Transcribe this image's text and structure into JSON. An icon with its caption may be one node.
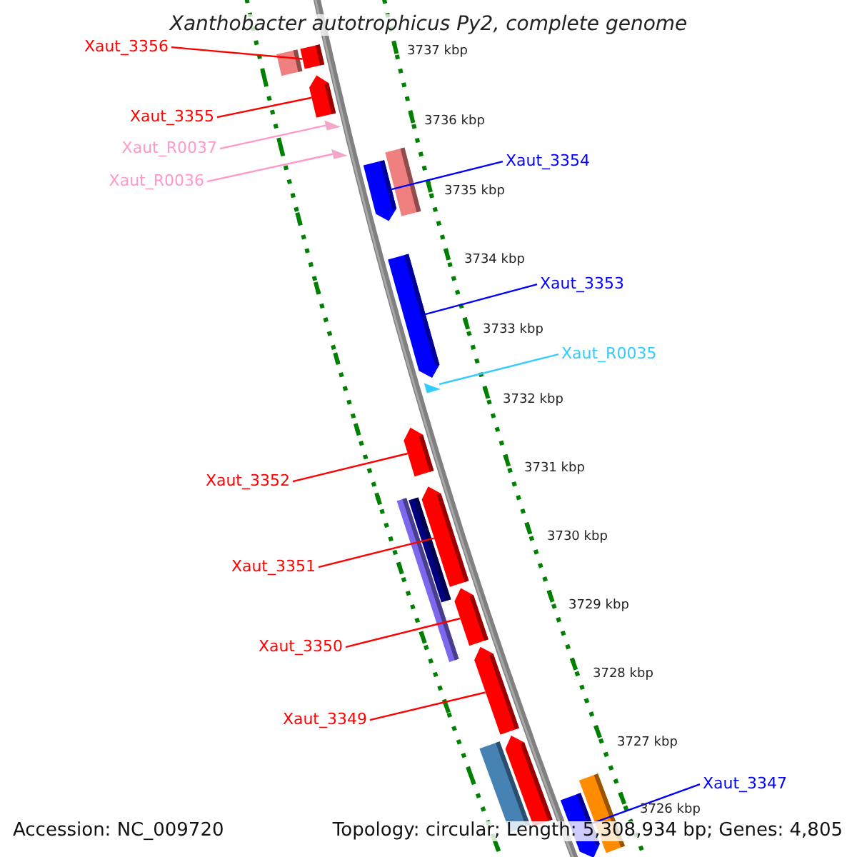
{
  "diagram": {
    "title": "Xanthobacter autotrophicus Py2, complete genome",
    "nodes": [
      {
        "text": [
          "Xaut_3356"
        ]
      },
      {
        "text": [
          "Xaut_3355"
        ]
      },
      {
        "text": [
          "Xaut_R0037"
        ]
      },
      {
        "text": [
          "Xaut_3354"
        ]
      },
      {
        "text": [
          "Xaut_R0036"
        ]
      },
      {
        "text": [
          "Xaut_3353"
        ]
      },
      {
        "text": [
          "Xaut_R0035"
        ]
      },
      {
        "text": [
          "Xaut_3352"
        ]
      },
      {
        "text": [
          "Xaut_3351"
        ]
      },
      {
        "text": [
          "Xaut_3350"
        ]
      },
      {
        "text": [
          "Xaut_3349"
        ]
      },
      {
        "text": [
          "Xaut_3347"
        ]
      },
      {
        "text": [],
        "shape": "bar"
      },
      {
        "text": [],
        "shape": "bar"
      },
      {
        "text": [],
        "shape": "arrow"
      },
      {
        "text": [],
        "shape": "triangle"
      },
      {
        "text": [],
        "shape": "triangle"
      },
      {
        "text": [],
        "shape": "bar"
      },
      {
        "text": [],
        "shape": "arrow"
      },
      {
        "text": [],
        "shape": "arrow"
      },
      {
        "text": [],
        "shape": "triangle"
      },
      {
        "text": [],
        "shape": "arrow"
      },
      {
        "text": [],
        "shape": "arrow"
      },
      {
        "text": [],
        "shape": "bar"
      },
      {
        "text": [],
        "shape": "bar"
      },
      {
        "text": [],
        "shape": "arrow"
      },
      {
        "text": [],
        "shape": "arrow"
      },
      {
        "text": [],
        "shape": "arrow"
      },
      {
        "text": [],
        "shape": "bar"
      },
      {
        "text": [],
        "shape": "bar"
      },
      {
        "text": [],
        "shape": "arrow"
      }
    ],
    "edges": [
      {
        "from": 0,
        "to": 13,
        "arrow": "none"
      },
      {
        "from": 1,
        "to": 14,
        "arrow": "none"
      },
      {
        "from": 2,
        "to": 15,
        "arrow": "none",
        "color": "#ff99cc"
      },
      {
        "from": 3,
        "to": 18,
        "arrow": "none",
        "color": "#0000ff"
      },
      {
        "from": 4,
        "to": 16,
        "arrow": "none",
        "color": "#ff99cc"
      },
      {
        "from": 5,
        "to": 19,
        "arrow": "none",
        "color": "#0000ff"
      },
      {
        "from": 6,
        "to": 20,
        "arrow": "none",
        "color": "#33ccff"
      },
      {
        "from": 7,
        "to": 21,
        "arrow": "none"
      },
      {
        "from": 8,
        "to": 22,
        "arrow": "none"
      },
      {
        "from": 9,
        "to": 25,
        "arrow": "none"
      },
      {
        "from": 10,
        "to": 26,
        "arrow": "none"
      },
      {
        "from": 11,
        "to": 30,
        "arrow": "none",
        "color": "#0000ff"
      }
    ],
    "labels": [
      "3737 kbp",
      "3736 kbp",
      "3735 kbp",
      "3734 kbp",
      "3733 kbp",
      "3732 kbp",
      "3731 kbp",
      "3730 kbp",
      "3729 kbp",
      "3728 kbp",
      "3727 kbp",
      "3726 kbp",
      "Accession: NC_009720",
      "Topology: circular; Length: 5,308,934 bp; Genes: 4,805"
    ]
  }
}
